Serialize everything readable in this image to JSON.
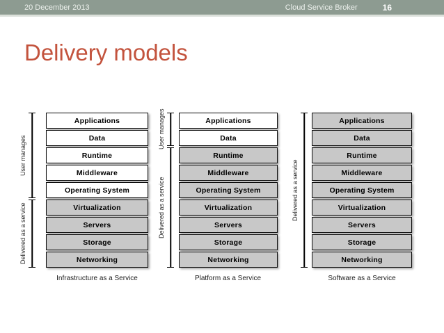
{
  "header": {
    "date": "20 December 2013",
    "context": "Cloud Service Broker",
    "page_number": "16"
  },
  "slide": {
    "title": "Delivery models"
  },
  "colors": {
    "header_bar": "#8d9b91",
    "title_text": "#c3533d",
    "user_managed_fill": "#ffffff",
    "service_fill": "#c8c8c8",
    "box_border": "#0b0b0b"
  },
  "stacks": [
    {
      "caption": "Infrastructure as a Service",
      "layers": [
        {
          "label": "Applications",
          "managed_by": "user"
        },
        {
          "label": "Data",
          "managed_by": "user"
        },
        {
          "label": "Runtime",
          "managed_by": "user"
        },
        {
          "label": "Middleware",
          "managed_by": "user"
        },
        {
          "label": "Operating System",
          "managed_by": "user"
        },
        {
          "label": "Virtualization",
          "managed_by": "service"
        },
        {
          "label": "Servers",
          "managed_by": "service"
        },
        {
          "label": "Storage",
          "managed_by": "service"
        },
        {
          "label": "Networking",
          "managed_by": "service"
        }
      ],
      "brackets": [
        {
          "label": "User manages",
          "rows": "1-5"
        },
        {
          "label": "Delivered as a service",
          "rows": "6-9"
        }
      ]
    },
    {
      "caption": "Platform as a Service",
      "layers": [
        {
          "label": "Applications",
          "managed_by": "user"
        },
        {
          "label": "Data",
          "managed_by": "user"
        },
        {
          "label": "Runtime",
          "managed_by": "service"
        },
        {
          "label": "Middleware",
          "managed_by": "service"
        },
        {
          "label": "Operating System",
          "managed_by": "service"
        },
        {
          "label": "Virtualization",
          "managed_by": "service"
        },
        {
          "label": "Servers",
          "managed_by": "service"
        },
        {
          "label": "Storage",
          "managed_by": "service"
        },
        {
          "label": "Networking",
          "managed_by": "service"
        }
      ],
      "brackets": [
        {
          "label": "User manages",
          "rows": "1-2"
        },
        {
          "label": "Delivered as a service",
          "rows": "3-9"
        }
      ]
    },
    {
      "caption": "Software as a Service",
      "layers": [
        {
          "label": "Applications",
          "managed_by": "service"
        },
        {
          "label": "Data",
          "managed_by": "service"
        },
        {
          "label": "Runtime",
          "managed_by": "service"
        },
        {
          "label": "Middleware",
          "managed_by": "service"
        },
        {
          "label": "Operating System",
          "managed_by": "service"
        },
        {
          "label": "Virtualization",
          "managed_by": "service"
        },
        {
          "label": "Servers",
          "managed_by": "service"
        },
        {
          "label": "Storage",
          "managed_by": "service"
        },
        {
          "label": "Networking",
          "managed_by": "service"
        }
      ],
      "brackets": [
        {
          "label": "Delivered as a service",
          "rows": "1-9"
        }
      ]
    }
  ]
}
